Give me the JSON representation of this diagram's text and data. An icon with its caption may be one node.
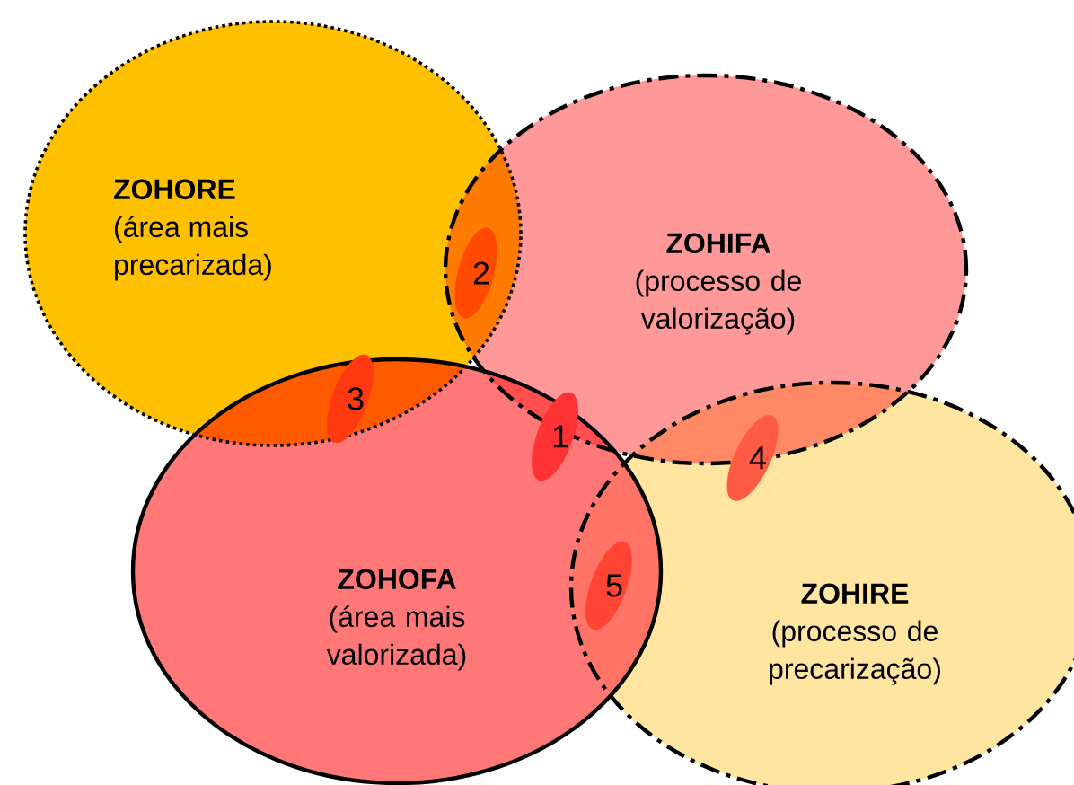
{
  "diagram": {
    "nodes": [
      {
        "text": [
          "ZOHORE",
          "(área mais precarizada)"
        ]
      },
      {
        "text": [
          "ZOHIFA",
          "(processo de valorização)"
        ]
      },
      {
        "text": [
          "ZOHOFA",
          "(área mais valorizada)"
        ]
      },
      {
        "text": [
          "ZOHIRE",
          "(processo de precarização)"
        ]
      }
    ],
    "labels": [
      "2",
      "3",
      "1",
      "4",
      "5"
    ]
  }
}
